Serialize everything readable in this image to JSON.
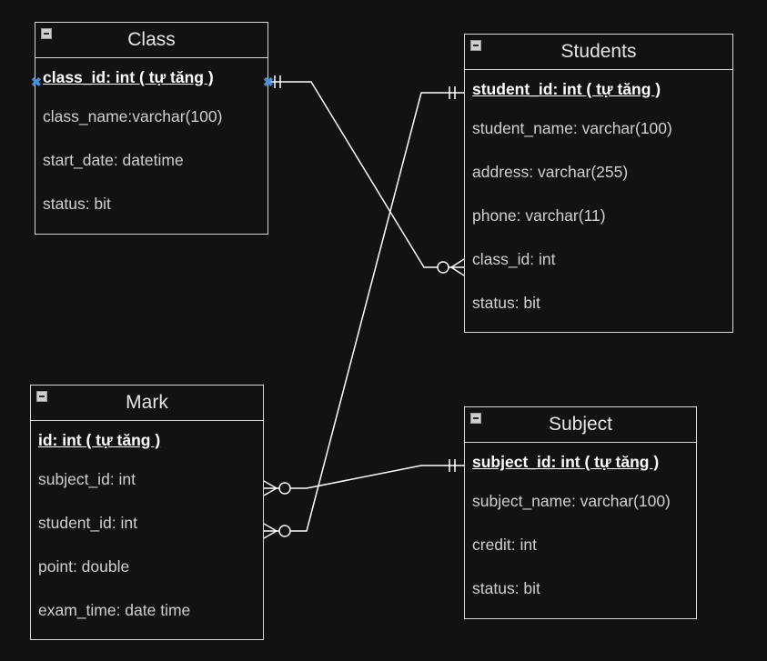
{
  "entities": {
    "class": {
      "title": "Class",
      "fields": [
        "class_id: int ( tự tăng )",
        "class_name:varchar(100)",
        "start_date: datetime",
        "status: bit"
      ]
    },
    "students": {
      "title": "Students",
      "fields": [
        "student_id: int ( tự tăng )",
        "student_name: varchar(100)",
        "address: varchar(255)",
        "phone: varchar(11)",
        "class_id: int",
        "status: bit"
      ]
    },
    "mark": {
      "title": "Mark",
      "fields": [
        "id: int ( tự tăng )",
        "subject_id: int",
        "student_id: int",
        "point: double",
        "exam_time: date time"
      ]
    },
    "subject": {
      "title": "Subject",
      "fields": [
        "subject_id: int ( tự tăng )",
        "subject_name: varchar(100)",
        "credit: int",
        "status: bit"
      ]
    }
  },
  "relationships": [
    {
      "from": "class.class_id",
      "to": "students.class_id",
      "cardinality": "one-to-many"
    },
    {
      "from": "students.student_id",
      "to": "mark.student_id",
      "cardinality": "one-to-many"
    },
    {
      "from": "subject.subject_id",
      "to": "mark.subject_id",
      "cardinality": "one-to-many"
    }
  ],
  "colors": {
    "background": "#121212",
    "line": "#ffffff",
    "border": "#d9d9d9",
    "handle": "#4a90d9"
  }
}
